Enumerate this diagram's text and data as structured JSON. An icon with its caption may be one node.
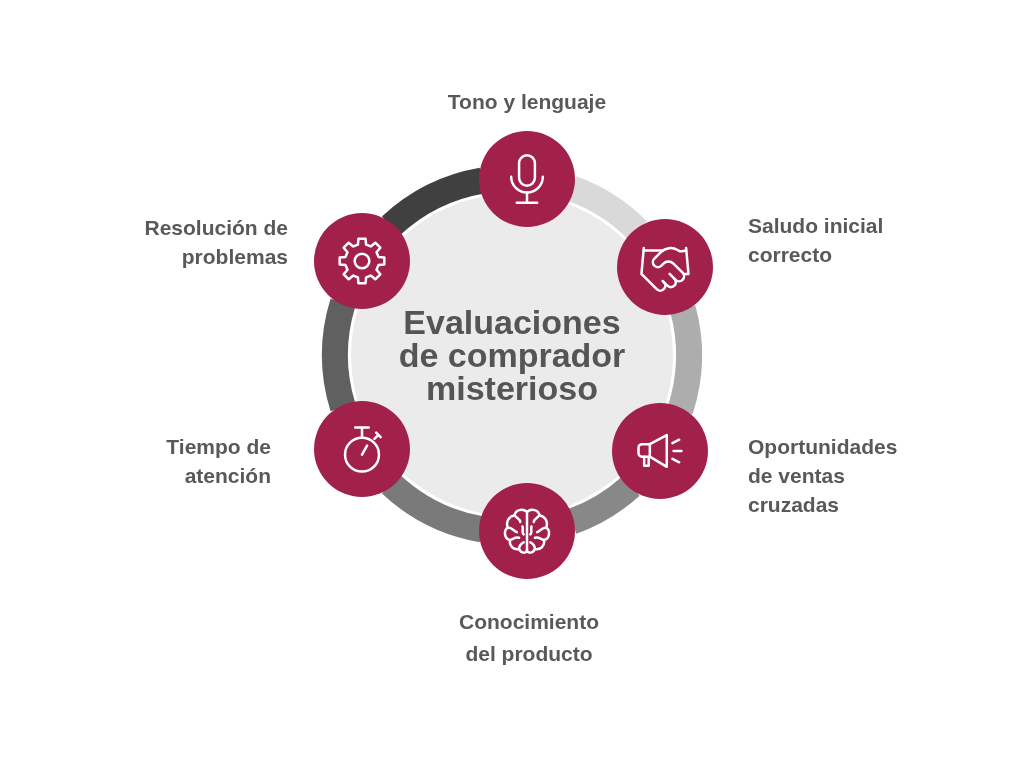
{
  "diagram": {
    "nodes": [
      {
        "text": [
          "Evaluaciones de comprador misterioso"
        ]
      },
      {
        "text": [],
        "shape": "circle",
        "beside": [
          "Tono y lenguaje"
        ]
      },
      {
        "text": [],
        "shape": "circle",
        "beside": [
          "Saludo inicial correcto"
        ]
      },
      {
        "text": [],
        "shape": "circle",
        "beside": [
          "Oportunidades de ventas cruzadas"
        ]
      },
      {
        "text": [],
        "shape": "circle",
        "beside": [
          "Conocimiento del producto"
        ]
      },
      {
        "text": [],
        "shape": "circle",
        "beside": [
          "Tiempo de atención"
        ]
      },
      {
        "text": [],
        "shape": "circle",
        "beside": [
          "Resolución de problemas"
        ]
      }
    ],
    "edges": [
      {
        "from": 1,
        "to": 2,
        "arrow": "none",
        "color": "#d9d9d9"
      },
      {
        "from": 2,
        "to": 3,
        "arrow": "none",
        "color": "#adadad"
      },
      {
        "from": 3,
        "to": 4,
        "arrow": "none",
        "color": "#888888"
      },
      {
        "from": 4,
        "to": 5,
        "arrow": "none",
        "color": "#7a7a7a"
      },
      {
        "from": 5,
        "to": 6,
        "arrow": "none",
        "color": "#606060"
      },
      {
        "from": 6,
        "to": 1,
        "arrow": "none",
        "color": "#404040"
      }
    ]
  }
}
